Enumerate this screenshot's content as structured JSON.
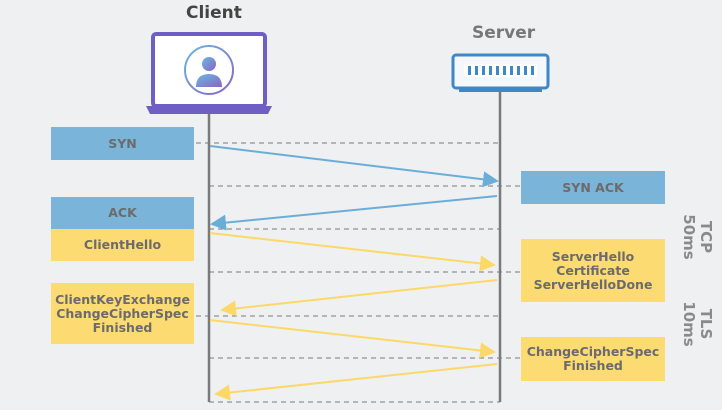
{
  "client": {
    "label": "Client"
  },
  "server": {
    "label": "Server"
  },
  "messages": {
    "syn": "SYN",
    "syn_ack": "SYN ACK",
    "ack": "ACK",
    "client_hello": "ClientHello",
    "server_hello": [
      "ServerHello",
      "Certificate",
      "ServerHelloDone"
    ],
    "client_key": [
      "ClientKeyExchange",
      "ChangeCipherSpec",
      "Finished"
    ],
    "server_finished": [
      "ChangeCipherSpec",
      "Finished"
    ]
  },
  "phases": {
    "tcp": {
      "name": "TCP",
      "time": "50ms"
    },
    "tls": {
      "name": "TLS",
      "time": "10ms"
    }
  },
  "colors": {
    "tcp_arrow": "#6aaed8",
    "tls_arrow": "#fcd868",
    "lifeline": "#7a7a7a",
    "laptop": "#6f5fc4",
    "server": "#3e88c8"
  }
}
